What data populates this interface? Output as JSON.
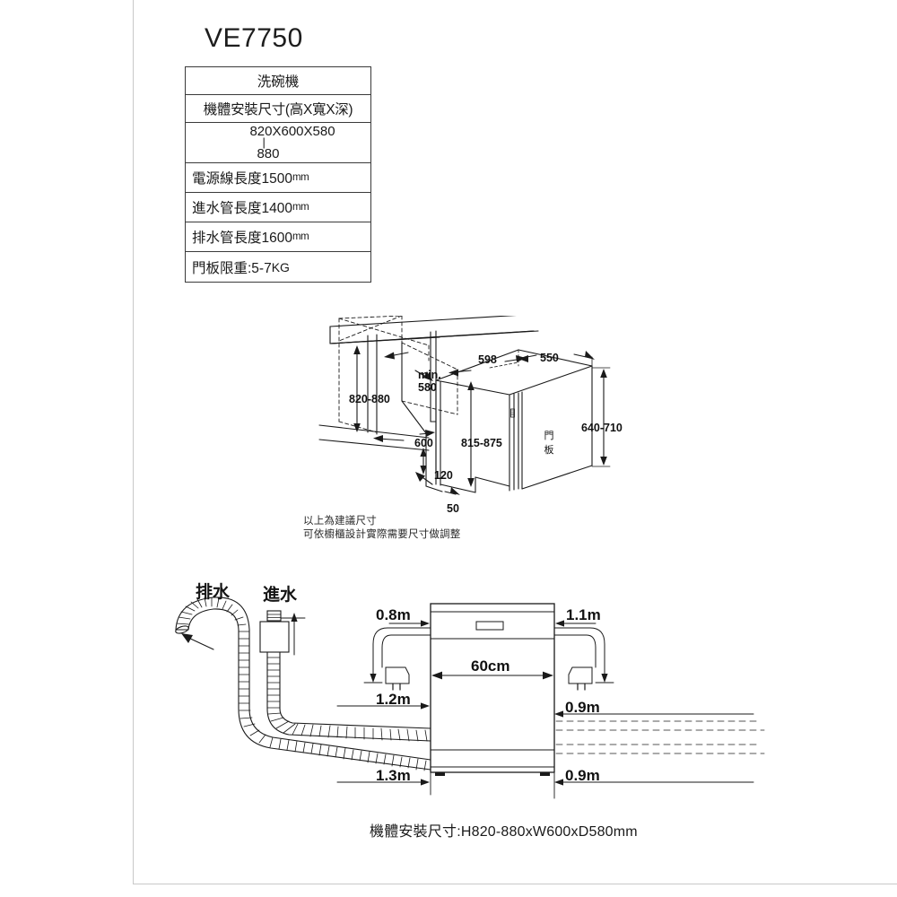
{
  "title": "VE7750",
  "spec_table": {
    "rows": [
      {
        "id": "product-type",
        "text": "洗碗機"
      },
      {
        "id": "install-dims-header",
        "text": "機體安裝尺寸(高X寬X深)"
      },
      {
        "id": "install-dims-value",
        "line1": "820X600X580",
        "dash": "|",
        "line2": "880"
      },
      {
        "id": "power-cord",
        "label": "電源線長度1500",
        "unit": "mm"
      },
      {
        "id": "inlet-hose",
        "label": "進水管長度1400",
        "unit": "mm"
      },
      {
        "id": "drain-hose",
        "label": "排水管長度1600",
        "unit": "mm"
      },
      {
        "id": "door-weight",
        "label": "門板限重:5-7",
        "unit": "KG"
      }
    ]
  },
  "cabinet_diagram": {
    "dimensions": {
      "height_range": "820-880",
      "min_depth_label": "min.",
      "min_depth_value": "580",
      "width_600": "600",
      "top_598": "598",
      "top_550": "550",
      "front_height": "815-875",
      "door_height": "640-710",
      "plinth_120": "120",
      "plinth_50": "50"
    },
    "door_panel_label": "門板",
    "note_line1": "以上為建議尺寸",
    "note_line2": "可依櫥櫃設計實際需要尺寸做調整"
  },
  "plumbing_diagram": {
    "drain_label": "排水",
    "inlet_label": "進水",
    "measurements": {
      "left_top": "0.8m",
      "right_top": "1.1m",
      "machine_width": "60cm",
      "left_mid": "1.2m",
      "right_mid": "0.9m",
      "left_bottom": "1.3m",
      "right_bottom": "0.9m"
    },
    "caption": "機體安裝尺寸:H820-880xW600xD580mm"
  },
  "colors": {
    "line": "#1a1a1a",
    "frame": "#c9c9c9",
    "text": "#1a1a1a",
    "background": "#ffffff"
  }
}
